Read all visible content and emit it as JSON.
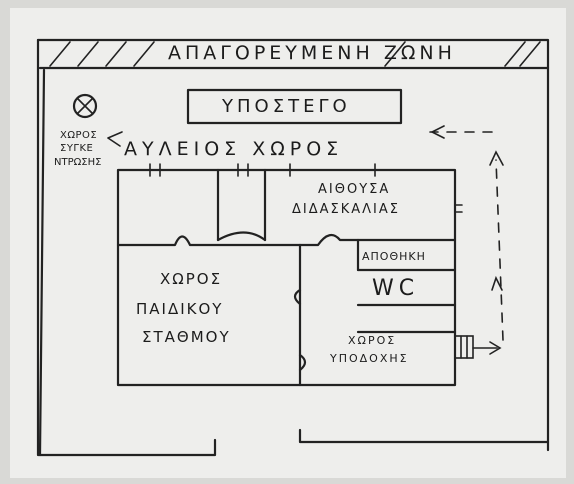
{
  "diagram": {
    "title": "ΑΠΑΓΟΡΕΥΜΕΝΗ ΖΩΝΗ",
    "hangar": "ΥΠΟΣΤΕΓΟ",
    "assembly_area": [
      "ΧΩΡΟΣ",
      "ΣΥΓΚΕ",
      "ΝΤΡΩΣΗΣ"
    ],
    "courtyard": "ΑΥΛΕΙΟΣ ΧΩΡΟΣ",
    "classroom": [
      "ΑΙΘΟΥΣΑ",
      "ΔΙΔΑΣΚΑΛΙΑΣ"
    ],
    "storage": "ΑΠΟΘΗΚΗ",
    "wc": "WC",
    "kindergarten": [
      "ΧΩΡΟΣ",
      "ΠΑΙΔΙΚΟΥ",
      "ΣΤΑΘΜΟΥ"
    ],
    "reception": [
      "ΧΩΡΟΣ",
      "ΥΠΟΔΟΧΗΣ"
    ]
  },
  "colors": {
    "paper": "#eeeeec",
    "ink": "#222222",
    "background": "#d9d9d6"
  }
}
